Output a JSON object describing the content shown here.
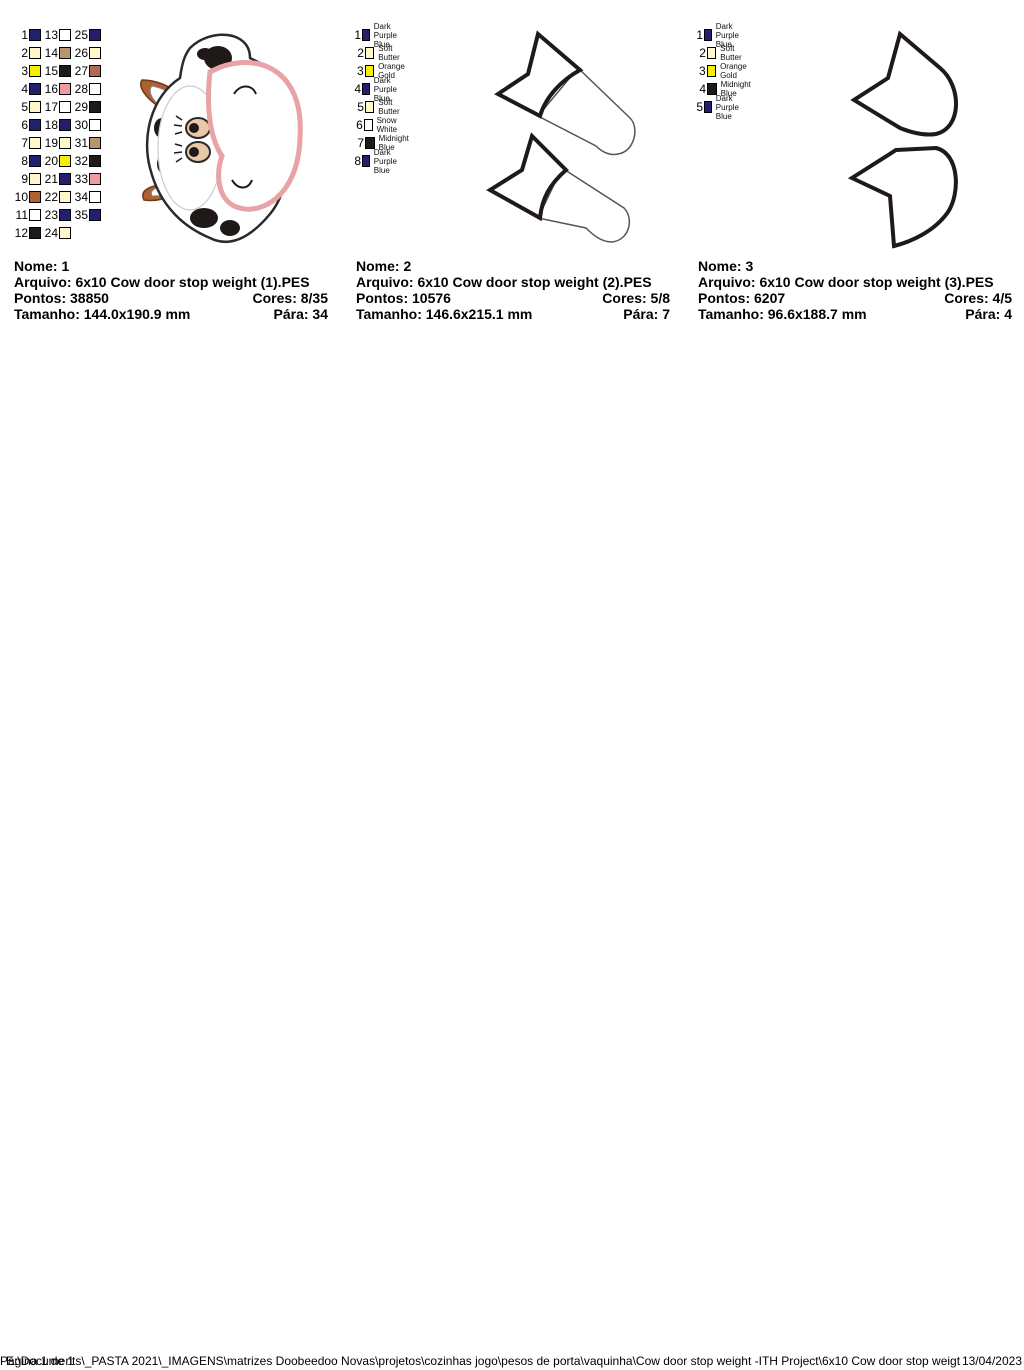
{
  "designs": [
    {
      "nome": "Nome: 1",
      "arquivo": "Arquivo: 6x10 Cow door stop weight (1).PES",
      "pontos": "Pontos: 38850",
      "cores": "Cores: 8/35",
      "tamanho": "Tamanho: 144.0x190.9 mm",
      "para": "Pára: 34",
      "stops": [
        {
          "n": "1",
          "color": "#22206e"
        },
        {
          "n": "2",
          "color": "#fff8cc"
        },
        {
          "n": "3",
          "color": "#f5f000"
        },
        {
          "n": "4",
          "color": "#22206e"
        },
        {
          "n": "5",
          "color": "#fff8cc"
        },
        {
          "n": "6",
          "color": "#22206e"
        },
        {
          "n": "7",
          "color": "#fff8cc"
        },
        {
          "n": "8",
          "color": "#22206e"
        },
        {
          "n": "9",
          "color": "#fff8cc"
        },
        {
          "n": "10",
          "color": "#b06030"
        },
        {
          "n": "11",
          "color": "#ffffff"
        },
        {
          "n": "12",
          "color": "#1f1a18"
        },
        {
          "n": "13",
          "color": "#ffffff"
        },
        {
          "n": "14",
          "color": "#b8956a"
        },
        {
          "n": "15",
          "color": "#1f1a18"
        },
        {
          "n": "16",
          "color": "#f09aa0"
        },
        {
          "n": "17",
          "color": "#ffffff"
        },
        {
          "n": "18",
          "color": "#22206e"
        },
        {
          "n": "19",
          "color": "#fff8cc"
        },
        {
          "n": "20",
          "color": "#f5f000"
        },
        {
          "n": "21",
          "color": "#22206e"
        },
        {
          "n": "22",
          "color": "#fff8cc"
        },
        {
          "n": "23",
          "color": "#22206e"
        },
        {
          "n": "24",
          "color": "#fff8cc"
        },
        {
          "n": "25",
          "color": "#22206e"
        },
        {
          "n": "26",
          "color": "#fff8cc"
        },
        {
          "n": "27",
          "color": "#b06a50"
        },
        {
          "n": "28",
          "color": "#ffffff"
        },
        {
          "n": "29",
          "color": "#1f1a18"
        },
        {
          "n": "30",
          "color": "#ffffff"
        },
        {
          "n": "31",
          "color": "#b8956a"
        },
        {
          "n": "32",
          "color": "#1f1a18"
        },
        {
          "n": "33",
          "color": "#f09aa0"
        },
        {
          "n": "34",
          "color": "#ffffff"
        },
        {
          "n": "35",
          "color": "#22206e"
        }
      ]
    },
    {
      "nome": "Nome: 2",
      "arquivo": "Arquivo: 6x10 Cow door stop weight (2).PES",
      "pontos": "Pontos: 10576",
      "cores": "Cores: 5/8",
      "tamanho": "Tamanho: 146.6x215.1 mm",
      "para": "Pára: 7",
      "stops": [
        {
          "n": "1",
          "color": "#22206e",
          "name": "Dark Purple Blue"
        },
        {
          "n": "2",
          "color": "#fff8cc",
          "name": "Soft Butter"
        },
        {
          "n": "3",
          "color": "#f5f000",
          "name": "Orange Gold"
        },
        {
          "n": "4",
          "color": "#22206e",
          "name": "Dark Purple Blue"
        },
        {
          "n": "5",
          "color": "#fff8cc",
          "name": "Soft Butter"
        },
        {
          "n": "6",
          "color": "#ffffff",
          "name": "Snow White"
        },
        {
          "n": "7",
          "color": "#1f1a18",
          "name": "Midnight Blue"
        },
        {
          "n": "8",
          "color": "#22206e",
          "name": "Dark Purple Blue"
        }
      ]
    },
    {
      "nome": "Nome: 3",
      "arquivo": "Arquivo: 6x10 Cow door stop weight (3).PES",
      "pontos": "Pontos: 6207",
      "cores": "Cores: 4/5",
      "tamanho": "Tamanho: 96.6x188.7 mm",
      "para": "Pára: 4",
      "stops": [
        {
          "n": "1",
          "color": "#22206e",
          "name": "Dark Purple Blue"
        },
        {
          "n": "2",
          "color": "#fff8cc",
          "name": "Soft Butter"
        },
        {
          "n": "3",
          "color": "#f5f000",
          "name": "Orange Gold"
        },
        {
          "n": "4",
          "color": "#1f1a18",
          "name": "Midnight Blue"
        },
        {
          "n": "5",
          "color": "#22206e",
          "name": "Dark Purple Blue"
        }
      ]
    }
  ],
  "footer": {
    "page": "Página 1 de 1",
    "path": "E:\\Documents\\_PASTA 2021\\_IMAGENS\\matrizes Doobeedoo Novas\\projetos\\cozinhas jogo\\pesos de porta\\vaquinha\\Cow door stop weight -ITH Project\\6x10 Cow door stop weigt",
    "date": "13/04/2023"
  }
}
